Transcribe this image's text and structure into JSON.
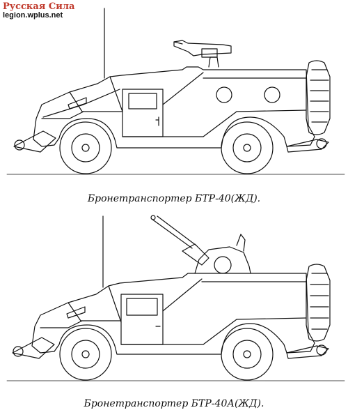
{
  "watermark": {
    "title": "Русская Сила",
    "url": "legion.wplus.net",
    "title_color": "#c0392b"
  },
  "figures": [
    {
      "caption": "Бронетранспортер БТР-40(ЖД)."
    },
    {
      "caption": "Бронетранспортер БТР-40А(ЖД)."
    }
  ],
  "colors": {
    "line": "#111111",
    "paper": "#ffffff"
  }
}
